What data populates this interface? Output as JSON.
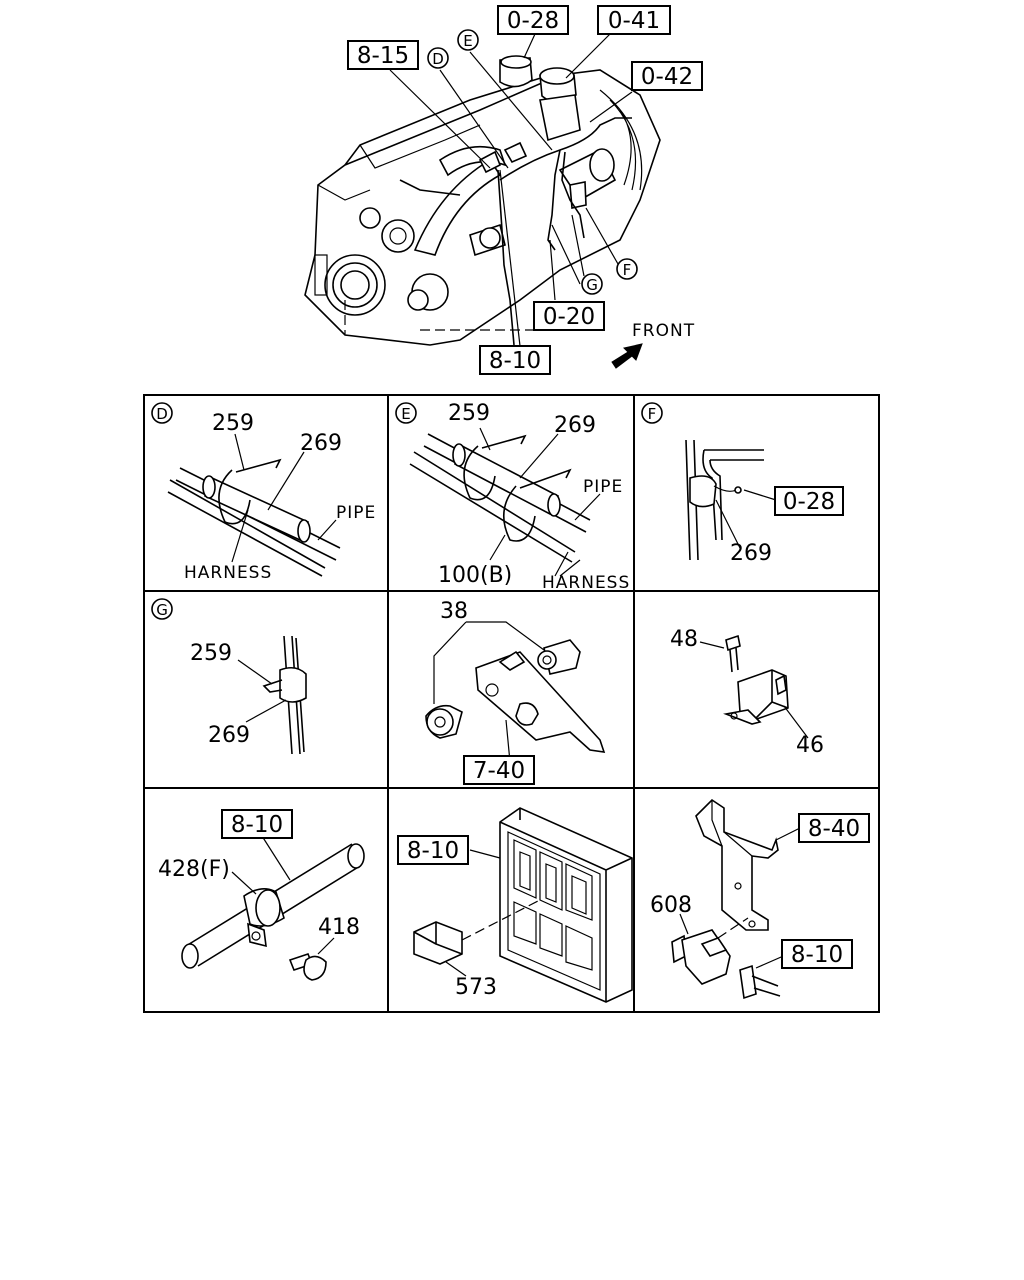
{
  "main": {
    "refs": {
      "r0_28": "0-28",
      "r0_41": "0-41",
      "r0_42": "0-42",
      "r8_15": "8-15",
      "r0_20": "0-20",
      "r8_10": "8-10"
    },
    "callouts": {
      "d": "D",
      "e": "E",
      "f": "F",
      "g": "G"
    },
    "front_label": "FRONT"
  },
  "panels": {
    "d": {
      "circle": "D",
      "n259": "259",
      "n269": "269",
      "pipe": "PIPE",
      "harness": "HARNESS"
    },
    "e": {
      "circle": "E",
      "n259": "259",
      "n269": "269",
      "pipe": "PIPE",
      "n100b": "100(B)",
      "harness": "HARNESS"
    },
    "f": {
      "circle": "F",
      "ref": "0-28",
      "n269": "269"
    },
    "g": {
      "circle": "G",
      "n259": "259",
      "n269": "269"
    },
    "relay": {
      "n38": "38",
      "ref": "7-40"
    },
    "bracket": {
      "n48": "48",
      "n46": "46"
    },
    "clamp": {
      "ref": "8-10",
      "n428f": "428(F)",
      "n418": "418"
    },
    "fusebox": {
      "ref": "8-10",
      "n573": "573"
    },
    "sensor": {
      "ref840": "8-40",
      "n608": "608",
      "ref810": "8-10"
    }
  }
}
